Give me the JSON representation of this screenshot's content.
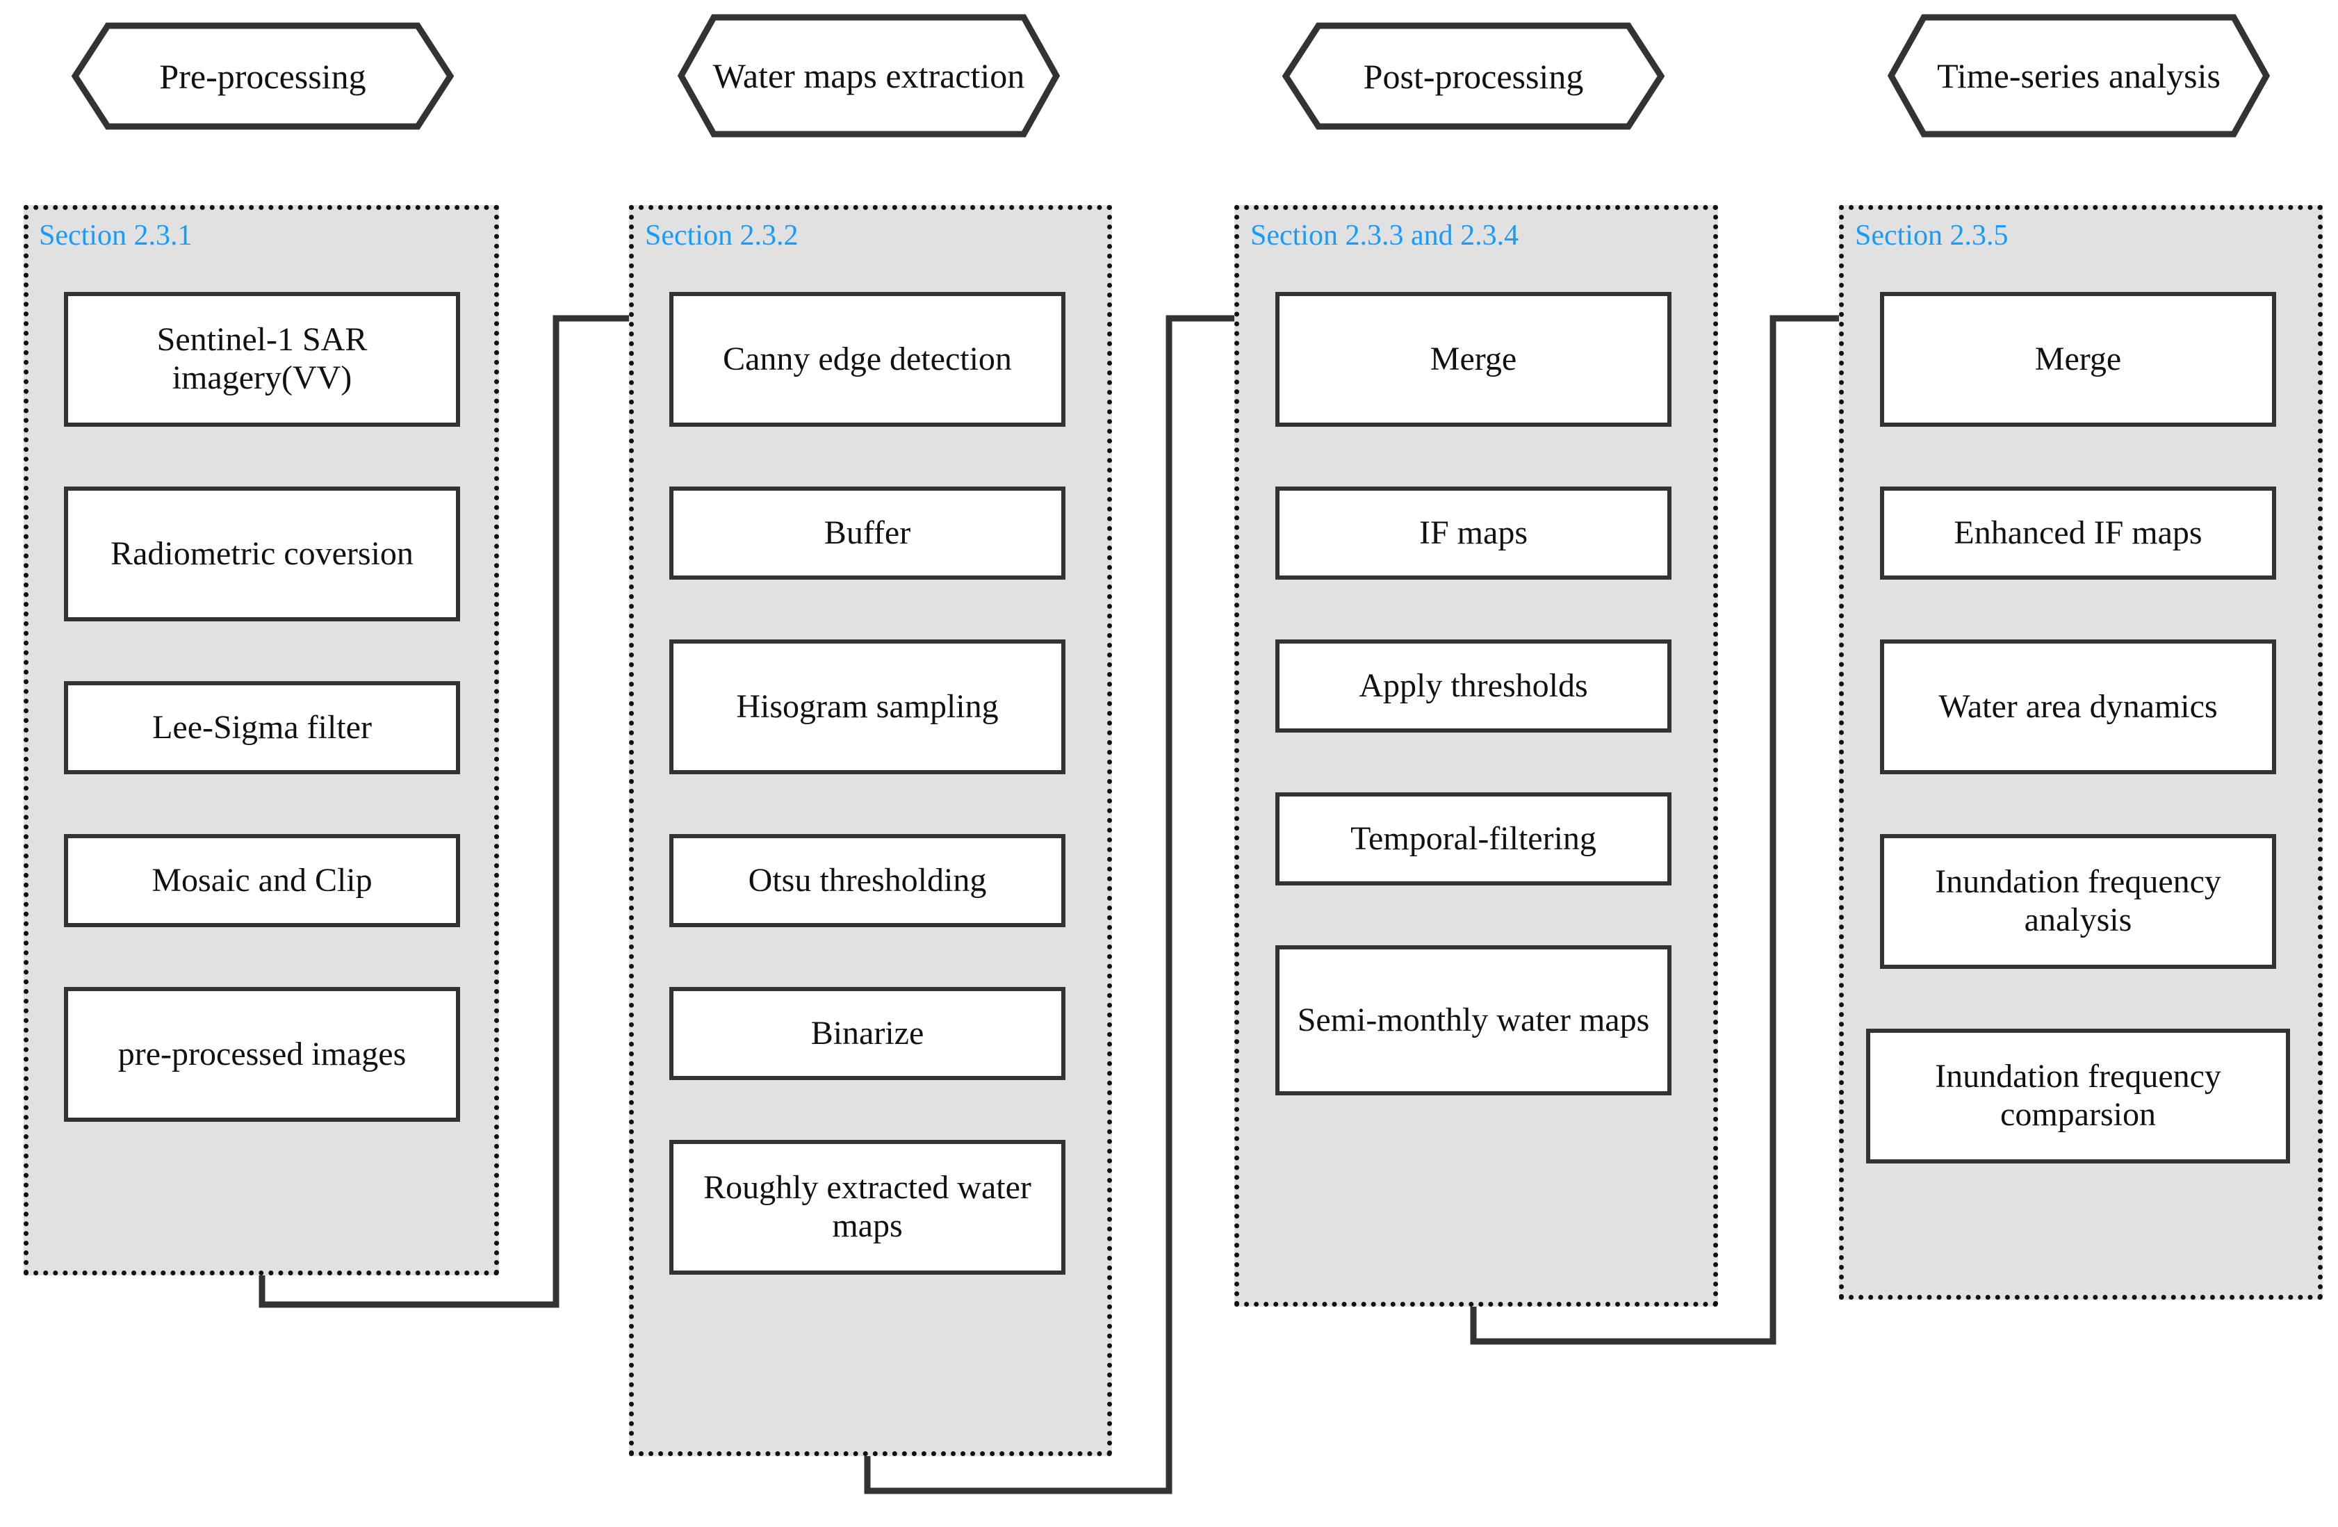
{
  "figure": {
    "type": "flowchart",
    "accent_color": "#189cfb",
    "panel_fill": "#e1e1e1",
    "stroke_color": "#333333"
  },
  "stages": [
    {
      "id": "pre-processing",
      "header": "Pre-processing",
      "section": "Section 2.3.1",
      "nodes": [
        "Sentinel-1 SAR imagery(VV)",
        "Radiometric coversion",
        "Lee-Sigma filter",
        "Mosaic and Clip",
        "pre-processed images"
      ]
    },
    {
      "id": "water-maps-extraction",
      "header": "Water maps extraction",
      "section": "Section 2.3.2",
      "nodes": [
        "Canny edge detection",
        "Buffer",
        "Hisogram sampling",
        "Otsu thresholding",
        "Binarize",
        "Roughly extracted water maps"
      ]
    },
    {
      "id": "post-processing",
      "header": "Post-processing",
      "section": "Section 2.3.3 and 2.3.4",
      "nodes": [
        "Merge",
        "IF maps",
        "Apply thresholds",
        "Temporal-filtering",
        "Semi-monthly water maps"
      ]
    },
    {
      "id": "time-series-analysis",
      "header": "Time-series analysis",
      "section": "Section 2.3.5",
      "nodes": [
        "Merge",
        "Enhanced IF maps",
        "Water area dynamics",
        "Inundation frequency analysis",
        "Inundation frequency comparsion"
      ]
    }
  ]
}
